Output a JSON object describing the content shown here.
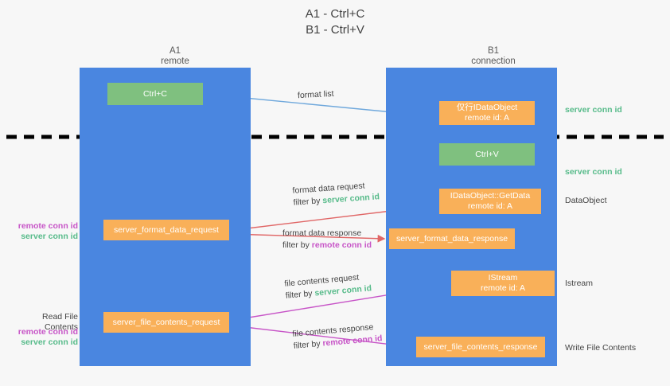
{
  "title": {
    "line1": "A1 - Ctrl+C",
    "line2": "B1 - Ctrl+V"
  },
  "columns": {
    "a1": {
      "name": "A1",
      "role": "remote"
    },
    "b1": {
      "name": "B1",
      "role": "connection"
    }
  },
  "boxes": {
    "ctrl_c": {
      "line1": "Ctrl+C",
      "color": "#7fc07f"
    },
    "idataobject": {
      "line1": "仅行IDataObject",
      "line2": "remote id: A",
      "color": "#f9b059"
    },
    "ctrl_v": {
      "line1": "Ctrl+V",
      "color": "#7fc07f"
    },
    "getdata": {
      "line1": "IDataObject::GetData",
      "line2": "remote id: A",
      "color": "#f9b059"
    },
    "format_data_request": {
      "line1": "server_format_data_request",
      "color": "#f9b059"
    },
    "format_data_response": {
      "line1": "server_format_data_response",
      "color": "#f9b059"
    },
    "istream": {
      "line1": "IStream",
      "line2": "remote id: A",
      "color": "#f9b059"
    },
    "file_contents_request": {
      "line1": "server_file_contents_request",
      "color": "#f9b059"
    },
    "file_contents_response": {
      "line1": "server_file_contents_response",
      "color": "#f9b059"
    }
  },
  "flows": {
    "format_list": {
      "label": "format list"
    },
    "format_data_request": {
      "label": "format data request",
      "filter_prefix": "filter by ",
      "filter_value": "server conn id"
    },
    "format_data_response": {
      "label": "format data response",
      "filter_prefix": "filter by ",
      "filter_value": "remote conn id"
    },
    "file_contents_request": {
      "label": "file contents request",
      "filter_prefix": "filter by ",
      "filter_value": "server conn id"
    },
    "file_contents_response": {
      "label": "file contents response",
      "filter_prefix": "filter by ",
      "filter_value": "remote conn id"
    }
  },
  "annotations": {
    "server_conn_id_top": "server conn id",
    "server_conn_id_mid": "server conn id",
    "dataobject": "DataObject",
    "istream": "Istream",
    "write_file_contents": "Write File Contents",
    "read_file_contents": "Read File Contents",
    "remote_conn_id_a": "remote conn id",
    "server_conn_id_a": "server conn id",
    "remote_conn_id_b": "remote conn id",
    "server_conn_id_b": "server conn id"
  },
  "colors": {
    "lane": "#4a86e0",
    "box_green": "#7fc07f",
    "box_orange": "#f9b059",
    "conn_green": "#57bb8a",
    "conn_purple": "#c754c7",
    "arrow_blue": "#6fa8dc",
    "arrow_red": "#e06666",
    "arrow_magenta": "#c754c7",
    "arrow_black": "#000000",
    "background": "#f7f7f7"
  }
}
